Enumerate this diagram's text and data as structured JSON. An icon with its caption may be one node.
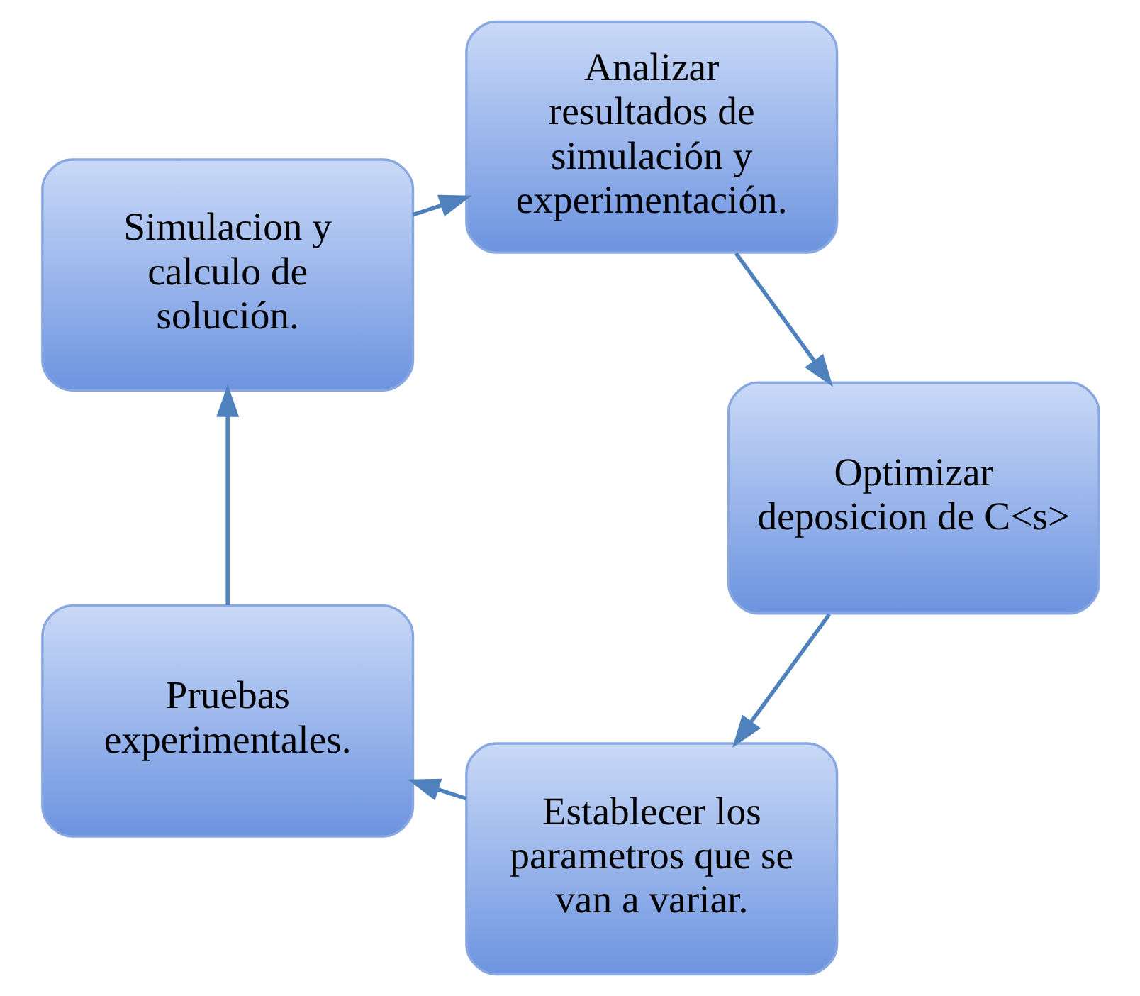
{
  "diagram": {
    "nodes": [
      {
        "text": [
          "Establecer los parametros que se van a variar."
        ]
      },
      {
        "text": [
          "Pruebas experimentales."
        ]
      },
      {
        "text": [
          "Simulacion y calculo de solución."
        ]
      },
      {
        "text": [
          "Analizar resultados de simulación y experimentación."
        ]
      },
      {
        "text": [
          "Optimizar deposicion de C<s>"
        ]
      }
    ],
    "edges": [
      {
        "from": 0,
        "to": 1,
        "arrow": "to"
      },
      {
        "from": 1,
        "to": 2,
        "arrow": "to"
      },
      {
        "from": 2,
        "to": 3,
        "arrow": "to"
      },
      {
        "from": 3,
        "to": 4,
        "arrow": "to"
      },
      {
        "from": 4,
        "to": 0,
        "arrow": "to"
      }
    ]
  }
}
